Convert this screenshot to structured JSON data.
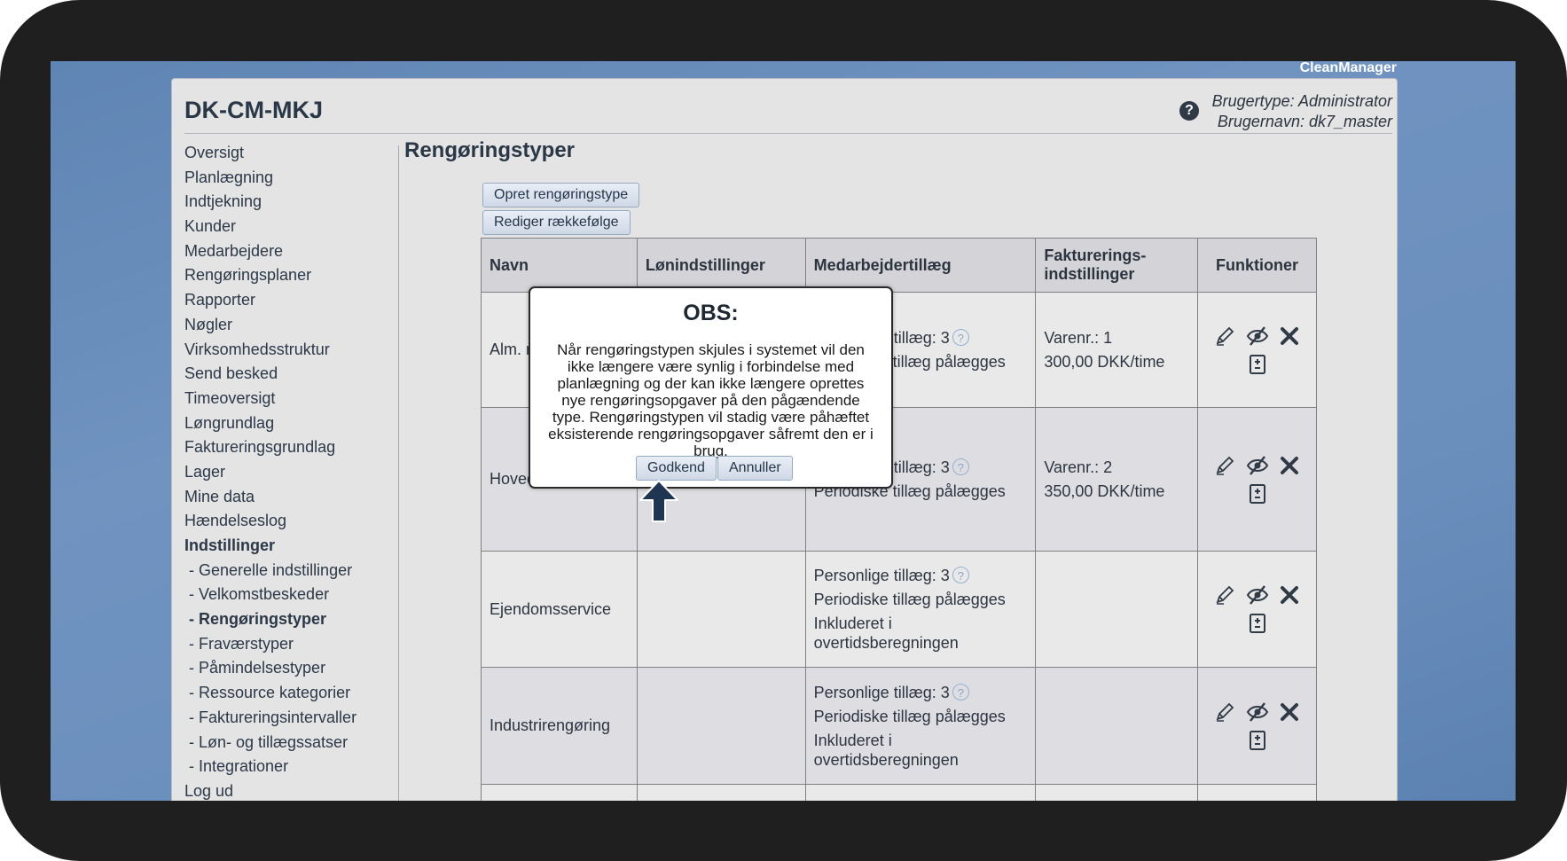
{
  "brand": "CleanManager",
  "header": {
    "app_title": "DK-CM-MKJ",
    "user_type": "Brugertype: Administrator",
    "user_name": "Brugernavn: dk7_master"
  },
  "sidebar": {
    "items": [
      {
        "label": "Oversigt"
      },
      {
        "label": "Planlægning"
      },
      {
        "label": "Indtjekning"
      },
      {
        "label": "Kunder"
      },
      {
        "label": "Medarbejdere"
      },
      {
        "label": "Rengøringsplaner"
      },
      {
        "label": "Rapporter"
      },
      {
        "label": "Nøgler"
      },
      {
        "label": "Virksomhedsstruktur"
      },
      {
        "label": "Send besked"
      },
      {
        "label": "Timeoversigt"
      },
      {
        "label": "Løngrundlag"
      },
      {
        "label": "Faktureringsgrundlag"
      },
      {
        "label": "Lager"
      },
      {
        "label": "Mine data"
      },
      {
        "label": "Hændelseslog"
      },
      {
        "label": "Indstillinger"
      },
      {
        "label": "- Generelle indstillinger"
      },
      {
        "label": "- Velkomstbeskeder"
      },
      {
        "label": "- Rengøringstyper"
      },
      {
        "label": "- Fraværstyper"
      },
      {
        "label": "- Påmindelsestyper"
      },
      {
        "label": "- Ressource kategorier"
      },
      {
        "label": "- Faktureringsintervaller"
      },
      {
        "label": "- Løn- og tillægssatser"
      },
      {
        "label": "- Integrationer"
      },
      {
        "label": "Log ud"
      }
    ]
  },
  "main": {
    "page_title": "Rengøringstyper",
    "create_button": "Opret rengøringstype",
    "reorder_button": "Rediger rækkefølge",
    "table": {
      "headers": [
        "Navn",
        "Lønindstillinger",
        "Medarbejdertillæg",
        "Fakturerings-indstillinger",
        "Funktioner"
      ],
      "rows": [
        {
          "name": "Alm. rengøring",
          "salary": "",
          "allowances": [
            "Personlige tillæg: 3",
            "Periodiske tillæg pålægges"
          ],
          "billing": [
            "Varenr.: 1",
            "300,00 DKK/time"
          ]
        },
        {
          "name": "Hovedrengøring",
          "salary": "",
          "allowances": [
            "Personlige tillæg: 3",
            "Periodiske tillæg pålægges"
          ],
          "billing": [
            "Varenr.: 2",
            "350,00 DKK/time"
          ]
        },
        {
          "name": "Ejendomsservice",
          "salary": "",
          "allowances": [
            "Personlige tillæg: 3",
            "Periodiske tillæg pålægges",
            "Inkluderet i overtidsberegningen"
          ],
          "billing": []
        },
        {
          "name": "Industrirengøring",
          "salary": "",
          "allowances": [
            "Personlige tillæg: 3",
            "Periodiske tillæg pålægges",
            "Inkluderet i overtidsberegningen"
          ],
          "billing": []
        }
      ]
    }
  },
  "modal": {
    "title": "OBS:",
    "text": "Når rengøringstypen skjules i systemet vil den ikke længere være synlig i forbindelse med planlægning og der kan ikke længere oprettes nye rengøringsopgaver på den pågændende type. Rengøringstypen vil stadig være påhæftet eksisterende rengøringsopgaver såfremt den er i brug.",
    "confirm": "Godkend",
    "cancel": "Annuller"
  },
  "icons": {
    "help": "help-circle-icon",
    "edit": "pencil-icon",
    "hide": "eye-slash-icon",
    "delete": "close-icon",
    "adjust": "plus-minus-icon",
    "info": "question-icon",
    "pointer": "arrow-up-icon"
  },
  "colors": {
    "background": "#6a8fbd",
    "panel": "#e4e4e4",
    "text": "#2c3848",
    "button": "#d6e0ec",
    "arrow": "#1f3552"
  }
}
